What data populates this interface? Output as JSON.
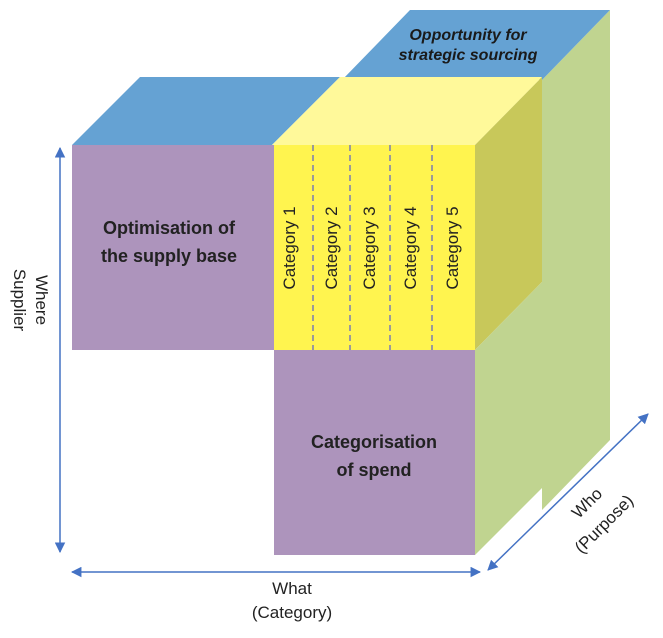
{
  "top_label": {
    "line1": "Opportunity for",
    "line2": "strategic sourcing"
  },
  "left_face": {
    "line1": "Optimisation of",
    "line2": "the supply base"
  },
  "bottom_face": {
    "line1": "Categorisation",
    "line2": "of spend"
  },
  "categories": [
    "Category 1",
    "Category 2",
    "Category 3",
    "Category 4",
    "Category 5"
  ],
  "axis_where": {
    "line1": "Where",
    "line2": "Supplier"
  },
  "axis_what": {
    "line1": "What",
    "line2": "(Category)"
  },
  "axis_who": {
    "line1": "Who",
    "line2": "(Purpose)"
  },
  "colors": {
    "blue": "#65a2d3",
    "purple": "#ad94bc",
    "yellow": "#fff44f",
    "light_yellow": "#fff99a",
    "green": "#c0d490",
    "olive": "#c8c85a",
    "axis": "#4472c4"
  }
}
